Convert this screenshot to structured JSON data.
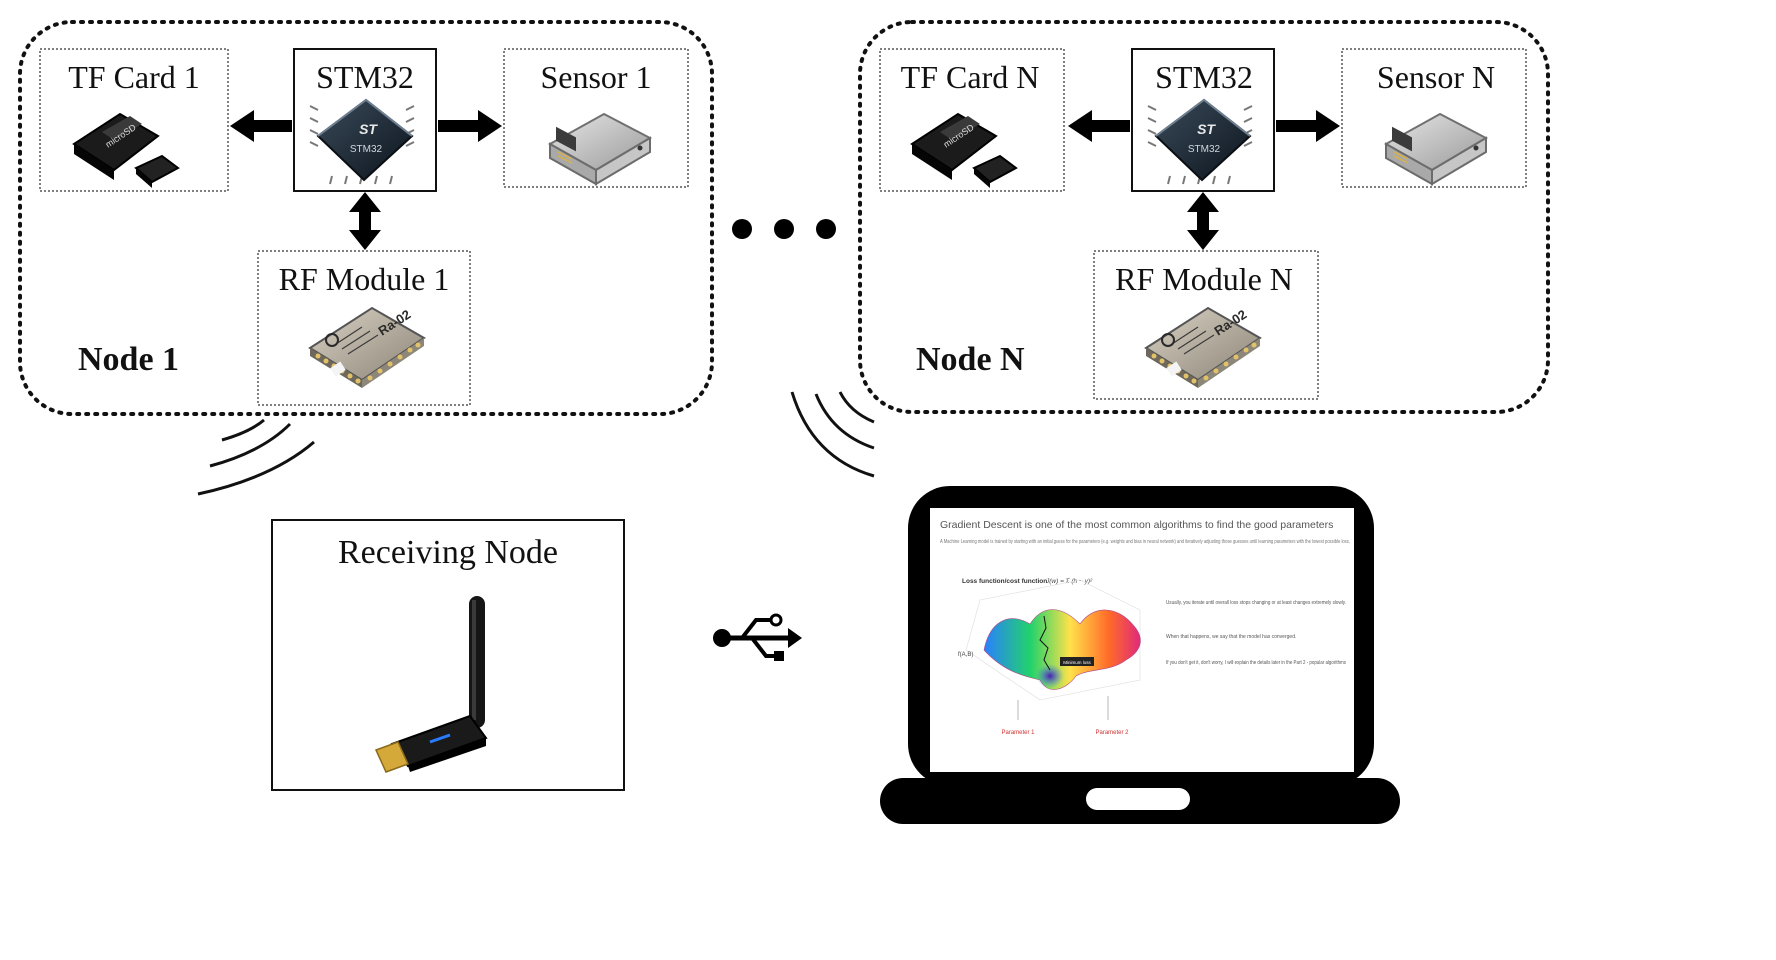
{
  "node1": {
    "title": "Node 1",
    "tf_card": "TF Card 1",
    "mcu": "STM32",
    "sensor": "Sensor 1",
    "rf_module": "RF Module 1"
  },
  "nodeN": {
    "title": "Node N",
    "tf_card": "TF Card N",
    "mcu": "STM32",
    "sensor": "Sensor N",
    "rf_module": "RF Module N"
  },
  "receiver": {
    "title": "Receiving Node"
  },
  "laptop_screen": {
    "heading": "Gradient Descent is one of the most common algorithms to find the good parameters",
    "intro": "A Machine Learning model is trained by starting with an initial guess for the parameters (e.g. weights and bias in neural network) and iteratively adjusting those guesses until learning parameters with the lowest possible loss.",
    "chart_label": "Loss function/cost function",
    "y_axis": "f(A,B)",
    "tooltip": "Minimum loss",
    "param1": "Parameter 1",
    "param2": "Parameter 2",
    "note1": "Usually, you iterate until overall loss stops changing or at least changes extremely slowly.",
    "note2": "When that happens, we say that the model has converged.",
    "note3": "If you don't get it, don't worry, I will explain the details later in the Part 2 - popular algorithms"
  },
  "colors": {
    "ink": "#111111",
    "border": "#555555",
    "screen_frame": "#000000"
  },
  "icons": [
    "chip-icon",
    "tf-card-icon",
    "sensor-icon",
    "rf-module-icon",
    "usb-dongle-icon",
    "usb-icon",
    "wireless-waves-icon",
    "laptop-icon"
  ]
}
